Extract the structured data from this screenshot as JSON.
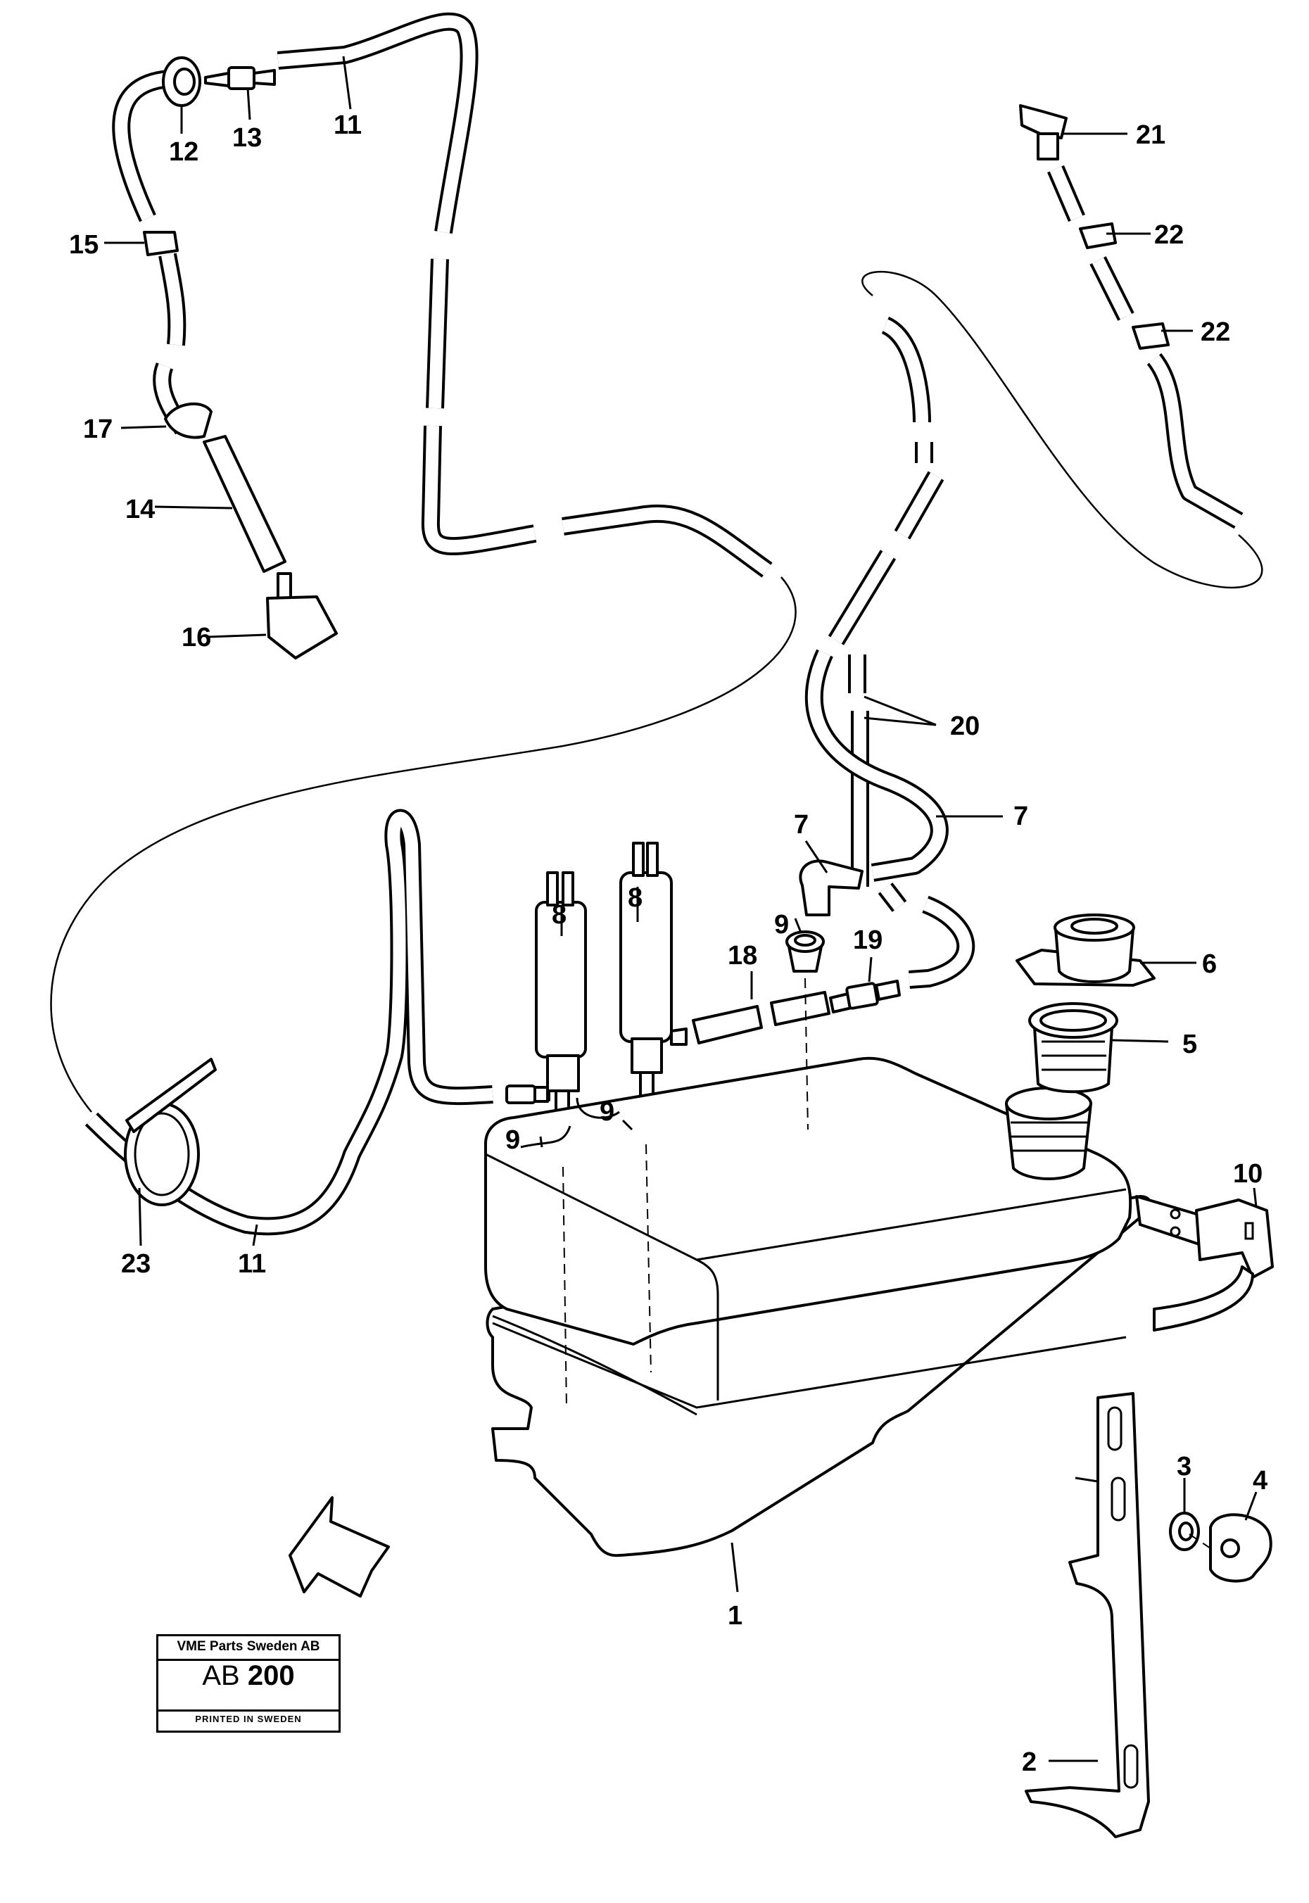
{
  "labels": {
    "l1": "1",
    "l2": "2",
    "l3": "3",
    "l4": "4",
    "l5": "5",
    "l6": "6",
    "l7a": "7",
    "l7b": "7",
    "l8a": "8",
    "l8b": "8",
    "l9a": "9",
    "l9b": "9",
    "l9c": "9",
    "l10": "10",
    "l11a": "11",
    "l11b": "11",
    "l12": "12",
    "l13": "13",
    "l14": "14",
    "l15": "15",
    "l16": "16",
    "l17": "17",
    "l18": "18",
    "l19": "19",
    "l20": "20",
    "l21": "21",
    "l22a": "22",
    "l22b": "22",
    "l23": "23"
  },
  "stamp": {
    "company": "VME Parts Sweden AB",
    "code_prefix": "AB",
    "code_number": "200",
    "printed": "PRINTED IN SWEDEN"
  }
}
